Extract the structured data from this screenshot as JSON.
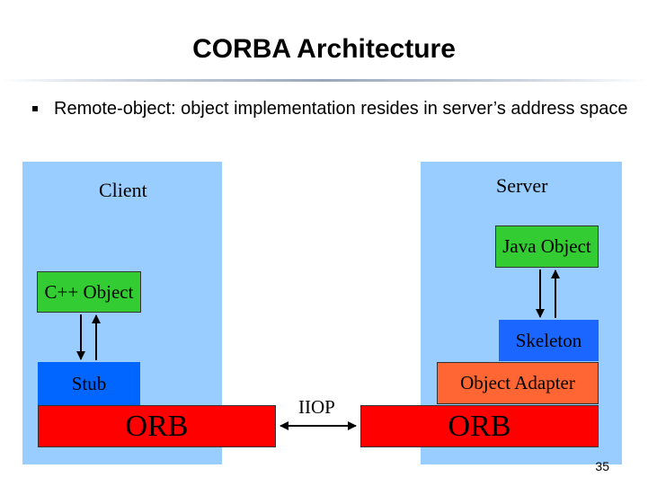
{
  "slide": {
    "title": "CORBA Architecture",
    "bullet": "Remote-object: object implementation resides in server’s address space",
    "page_number": "35"
  },
  "diagram": {
    "client_label": "Client",
    "server_label": "Server",
    "cpp_object": "C++ Object",
    "java_object": "Java Object",
    "stub": "Stub",
    "skeleton": "Skeleton",
    "object_adapter": "Object Adapter",
    "client_orb": "ORB",
    "server_orb": "ORB",
    "iiop": "IIOP"
  },
  "colors": {
    "panel": "#99ccff",
    "object": "#33cc33",
    "stub": "#0066ff",
    "skeleton": "#1a66ff",
    "object_adapter": "#ff6633",
    "orb": "#ff0000"
  }
}
